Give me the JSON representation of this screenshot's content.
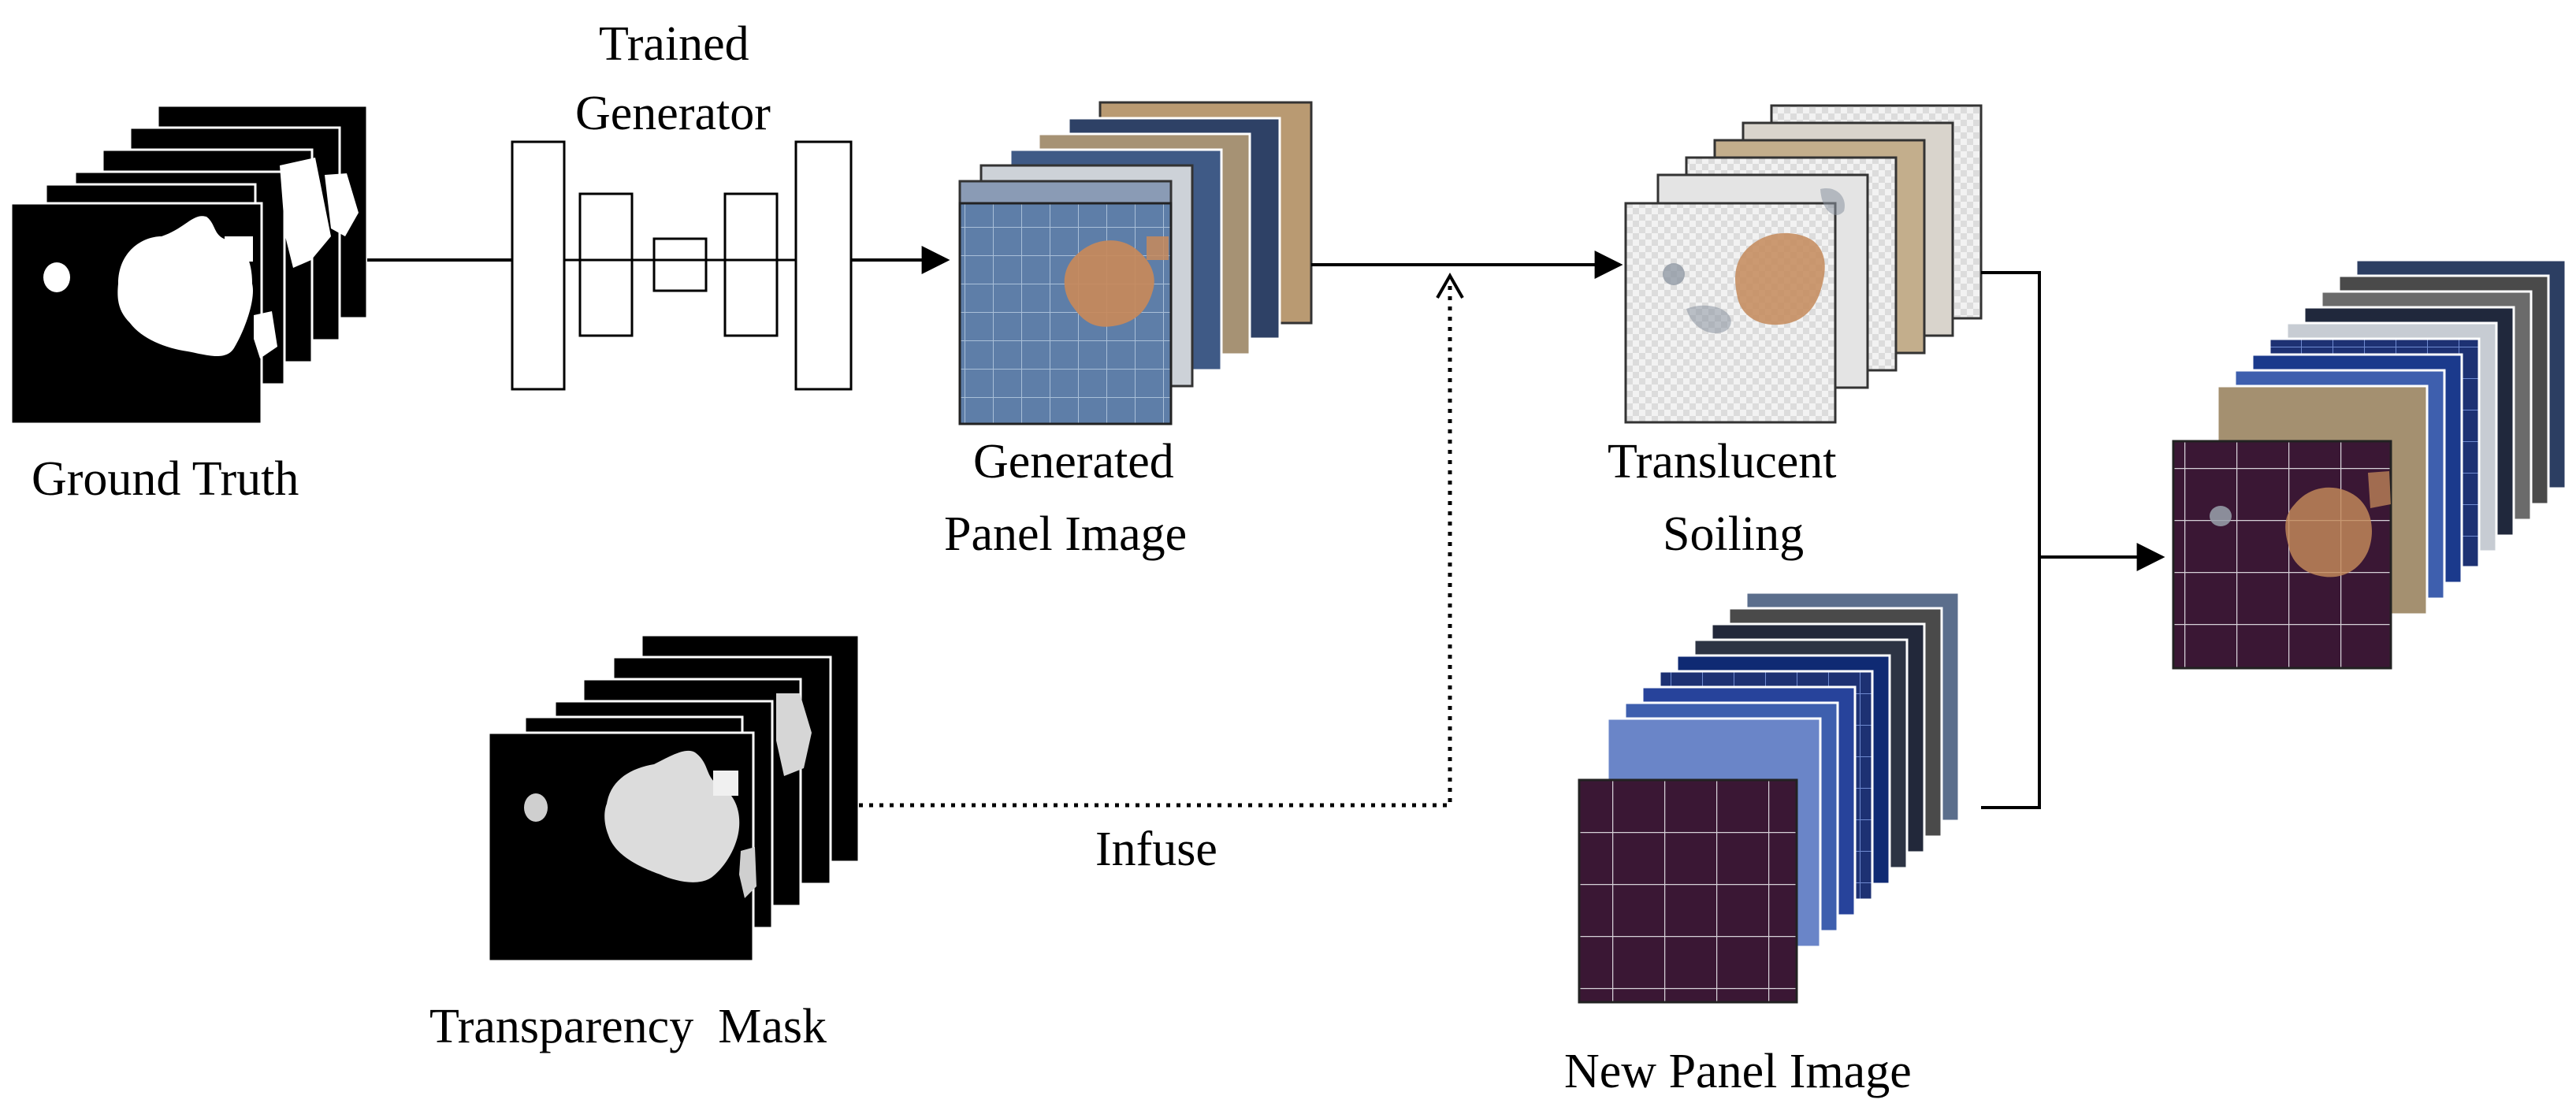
{
  "labels": {
    "ground_truth": "Ground Truth",
    "trained_generator_line1": "Trained",
    "trained_generator_line2": "Generator",
    "generated_panel_line1": "Generated",
    "generated_panel_line2": "Panel Image",
    "translucent_line1": "Translucent",
    "translucent_line2": "Soiling",
    "transparency_mask": "Transparency  Mask",
    "infuse": "Infuse",
    "new_panel_image": "New Panel Image"
  },
  "colors": {
    "mask_bg": "#000000",
    "mask_fg": "#ffffff",
    "soil": "#c48a5a",
    "panel_blue": "#5b7aa4",
    "panel_purple": "#3a1734",
    "panel_dark": "#1c2f6e",
    "panel_gray": "#6f7780",
    "panel_light": "#dfe3e8"
  },
  "icons": {
    "generator": "encoder-decoder-network-icon",
    "arrow": "arrow-right-icon"
  }
}
